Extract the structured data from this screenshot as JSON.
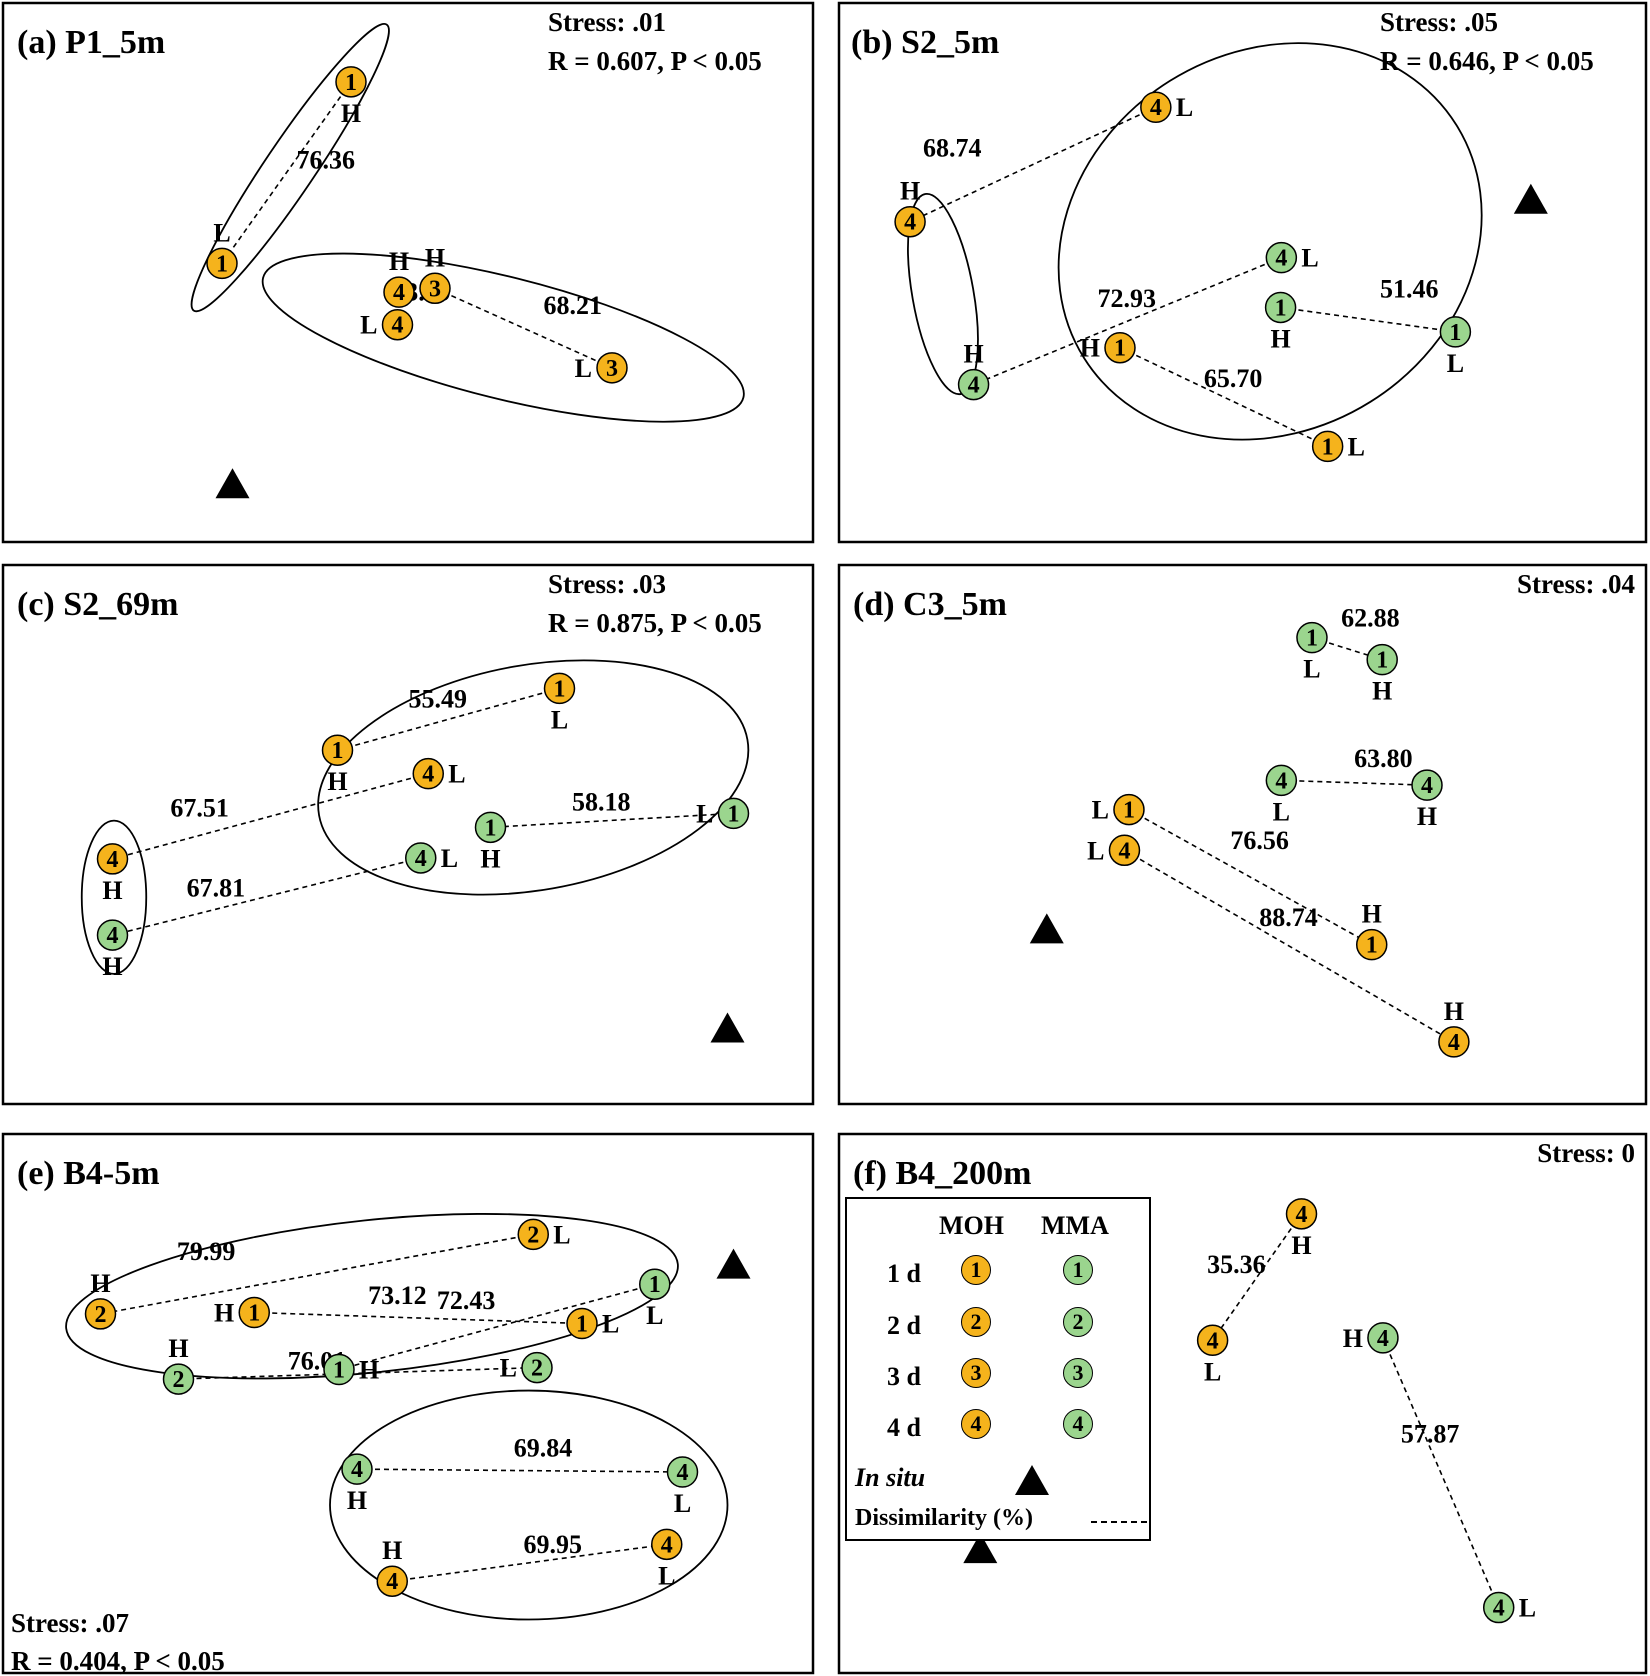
{
  "colors": {
    "moh": "#F5B31C",
    "mma": "#9BD58E",
    "ink": "#000000"
  },
  "chart_data": [
    {
      "type": "scatter",
      "title": "(a) P1_5m",
      "stress": "Stress: .01",
      "stats": "R = 0.607, P < 0.05",
      "points": [
        {
          "id": "p1",
          "group": "MOH",
          "day": "1",
          "tag": "H",
          "x": 0.424,
          "y": 0.898
        },
        {
          "id": "p2",
          "group": "MOH",
          "day": "1",
          "tag": "L",
          "x": 0.252,
          "y": 0.519
        },
        {
          "id": "p3",
          "group": "MOH",
          "day": "4",
          "tag": "H",
          "x": 0.488,
          "y": 0.459
        },
        {
          "id": "p4",
          "group": "MOH",
          "day": "3",
          "tag": "H",
          "x": 0.536,
          "y": 0.467
        },
        {
          "id": "p5",
          "group": "MOH",
          "day": "4",
          "tag": "L",
          "x": 0.486,
          "y": 0.391
        },
        {
          "id": "p6",
          "group": "MOH",
          "day": "3",
          "tag": "L",
          "x": 0.772,
          "y": 0.301
        }
      ],
      "links": [
        {
          "from": "p1",
          "to": "p2",
          "value": "76.36"
        },
        {
          "from": "p3",
          "to": "p5",
          "value": "53.49"
        },
        {
          "from": "p4",
          "to": "p6",
          "value": "68.21"
        }
      ],
      "ellipses": [
        {
          "cx": 0.343,
          "cy": 0.719,
          "rx": 0.23,
          "ry": 0.052,
          "rot": -56
        },
        {
          "cx": 0.627,
          "cy": 0.364,
          "rx": 0.33,
          "ry": 0.127,
          "rot": 14
        }
      ],
      "in_situ": {
        "x": 0.266,
        "y": 0.06
      }
    },
    {
      "type": "scatter",
      "title": "(b) S2_5m",
      "stress": "Stress: .05",
      "stats": "R = 0.646, P < 0.05",
      "points": [
        {
          "id": "p1",
          "group": "MOH",
          "day": "4",
          "tag": "L",
          "x": 0.384,
          "y": 0.845
        },
        {
          "id": "p2",
          "group": "MOH",
          "day": "4",
          "tag": "H",
          "x": 0.055,
          "y": 0.606
        },
        {
          "id": "p3",
          "group": "MMA",
          "day": "4",
          "tag": "L",
          "x": 0.552,
          "y": 0.531
        },
        {
          "id": "p4",
          "group": "MMA",
          "day": "1",
          "tag": "H",
          "x": 0.551,
          "y": 0.427
        },
        {
          "id": "p5",
          "group": "MMA",
          "day": "1",
          "tag": "L",
          "x": 0.785,
          "y": 0.376
        },
        {
          "id": "p6",
          "group": "MMA",
          "day": "4",
          "tag": "H",
          "x": 0.14,
          "y": 0.266
        },
        {
          "id": "p7",
          "group": "MOH",
          "day": "1",
          "tag": "H",
          "x": 0.336,
          "y": 0.343
        },
        {
          "id": "p8",
          "group": "MOH",
          "day": "1",
          "tag": "L",
          "x": 0.614,
          "y": 0.137
        }
      ],
      "links": [
        {
          "from": "p1",
          "to": "p2",
          "value": "68.74"
        },
        {
          "from": "p3",
          "to": "p6",
          "value": "72.93"
        },
        {
          "from": "p4",
          "to": "p5",
          "value": "51.46"
        },
        {
          "from": "p7",
          "to": "p8",
          "value": "65.70"
        }
      ],
      "ellipses": [
        {
          "cx": 0.537,
          "cy": 0.565,
          "rx": 0.294,
          "ry": 0.395,
          "rot": -32
        },
        {
          "cx": 0.099,
          "cy": 0.455,
          "rx": 0.041,
          "ry": 0.212,
          "rot": -10
        }
      ],
      "in_situ": {
        "x": 0.886,
        "y": 0.654
      }
    },
    {
      "type": "scatter",
      "title": "(c) S2_69m",
      "stress": "Stress: .03",
      "stats": "R = 0.875, P < 0.05",
      "points": [
        {
          "id": "p1",
          "group": "MOH",
          "day": "1",
          "tag": "L",
          "x": 0.702,
          "y": 0.805
        },
        {
          "id": "p2",
          "group": "MOH",
          "day": "1",
          "tag": "H",
          "x": 0.406,
          "y": 0.676
        },
        {
          "id": "p3",
          "group": "MOH",
          "day": "4",
          "tag": "L",
          "x": 0.527,
          "y": 0.627
        },
        {
          "id": "p4",
          "group": "MMA",
          "day": "1",
          "tag": "L",
          "x": 0.934,
          "y": 0.544
        },
        {
          "id": "p5",
          "group": "MMA",
          "day": "1",
          "tag": "H",
          "x": 0.61,
          "y": 0.515
        },
        {
          "id": "p6",
          "group": "MOH",
          "day": "4",
          "tag": "H",
          "x": 0.106,
          "y": 0.449
        },
        {
          "id": "p7",
          "group": "MMA",
          "day": "4",
          "tag": "L",
          "x": 0.517,
          "y": 0.451
        },
        {
          "id": "p8",
          "group": "MMA",
          "day": "4",
          "tag": "H",
          "x": 0.106,
          "y": 0.29
        }
      ],
      "links": [
        {
          "from": "p1",
          "to": "p2",
          "value": "55.49"
        },
        {
          "from": "p3",
          "to": "p6",
          "value": "67.51"
        },
        {
          "from": "p4",
          "to": "p5",
          "value": "58.18"
        },
        {
          "from": "p7",
          "to": "p8",
          "value": "67.81"
        }
      ],
      "ellipses": [
        {
          "cx": 0.667,
          "cy": 0.619,
          "rx": 0.29,
          "ry": 0.235,
          "rot": -10
        },
        {
          "cx": 0.108,
          "cy": 0.369,
          "rx": 0.043,
          "ry": 0.16,
          "rot": 0
        }
      ],
      "in_situ": {
        "x": 0.926,
        "y": 0.097
      }
    },
    {
      "type": "scatter",
      "title": "(d) C3_5m",
      "stress": "Stress: .04",
      "stats": "",
      "points": [
        {
          "id": "p1",
          "group": "MMA",
          "day": "1",
          "tag": "L",
          "x": 0.593,
          "y": 0.911
        },
        {
          "id": "p2",
          "group": "MMA",
          "day": "1",
          "tag": "H",
          "x": 0.687,
          "y": 0.865
        },
        {
          "id": "p3",
          "group": "MMA",
          "day": "4",
          "tag": "L",
          "x": 0.552,
          "y": 0.613
        },
        {
          "id": "p4",
          "group": "MMA",
          "day": "4",
          "tag": "H",
          "x": 0.747,
          "y": 0.603
        },
        {
          "id": "p5",
          "group": "MOH",
          "day": "1",
          "tag": "L",
          "x": 0.348,
          "y": 0.552
        },
        {
          "id": "p6",
          "group": "MOH",
          "day": "4",
          "tag": "L",
          "x": 0.342,
          "y": 0.467
        },
        {
          "id": "p7",
          "group": "MOH",
          "day": "1",
          "tag": "H",
          "x": 0.673,
          "y": 0.27
        },
        {
          "id": "p8",
          "group": "MOH",
          "day": "4",
          "tag": "H",
          "x": 0.783,
          "y": 0.067
        }
      ],
      "links": [
        {
          "from": "p1",
          "to": "p2",
          "value": "62.88"
        },
        {
          "from": "p3",
          "to": "p4",
          "value": "63.80"
        },
        {
          "from": "p5",
          "to": "p7",
          "value": "76.56"
        },
        {
          "from": "p6",
          "to": "p8",
          "value": "88.74"
        }
      ],
      "ellipses": [],
      "in_situ": {
        "x": 0.238,
        "y": 0.304
      }
    },
    {
      "type": "scatter",
      "title": "(e) B4-5m",
      "stress": "Stress: .07",
      "stats": "R = 0.404, P < 0.05",
      "points": [
        {
          "id": "p1",
          "group": "MOH",
          "day": "2",
          "tag": "L",
          "x": 0.667,
          "y": 0.853
        },
        {
          "id": "p2",
          "group": "MOH",
          "day": "2",
          "tag": "H",
          "x": 0.09,
          "y": 0.687
        },
        {
          "id": "p3",
          "group": "MMA",
          "day": "1",
          "tag": "L",
          "x": 0.829,
          "y": 0.749
        },
        {
          "id": "p4",
          "group": "MMA",
          "day": "1",
          "tag": "H",
          "x": 0.408,
          "y": 0.571
        },
        {
          "id": "p5",
          "group": "MOH",
          "day": "1",
          "tag": "H",
          "x": 0.295,
          "y": 0.69
        },
        {
          "id": "p6",
          "group": "MOH",
          "day": "1",
          "tag": "L",
          "x": 0.732,
          "y": 0.667
        },
        {
          "id": "p7",
          "group": "MMA",
          "day": "2",
          "tag": "H",
          "x": 0.194,
          "y": 0.551
        },
        {
          "id": "p8",
          "group": "MMA",
          "day": "2",
          "tag": "L",
          "x": 0.672,
          "y": 0.575
        },
        {
          "id": "p9",
          "group": "MMA",
          "day": "4",
          "tag": "H",
          "x": 0.432,
          "y": 0.363
        },
        {
          "id": "p10",
          "group": "MMA",
          "day": "4",
          "tag": "L",
          "x": 0.866,
          "y": 0.357
        },
        {
          "id": "p11",
          "group": "MOH",
          "day": "4",
          "tag": "H",
          "x": 0.479,
          "y": 0.129
        },
        {
          "id": "p12",
          "group": "MOH",
          "day": "4",
          "tag": "L",
          "x": 0.845,
          "y": 0.206
        }
      ],
      "links": [
        {
          "from": "p1",
          "to": "p2",
          "value": "79.99"
        },
        {
          "from": "p3",
          "to": "p4",
          "value": "72.43"
        },
        {
          "from": "p5",
          "to": "p6",
          "value": "73.12"
        },
        {
          "from": "p7",
          "to": "p8",
          "value": "76.01"
        },
        {
          "from": "p9",
          "to": "p10",
          "value": "69.84"
        },
        {
          "from": "p11",
          "to": "p12",
          "value": "69.95"
        }
      ],
      "ellipses": [
        {
          "cx": 0.452,
          "cy": 0.724,
          "rx": 0.41,
          "ry": 0.159,
          "rot": -6
        },
        {
          "cx": 0.661,
          "cy": 0.288,
          "rx": 0.265,
          "ry": 0.239,
          "rot": 0
        }
      ],
      "in_situ": {
        "x": 0.934,
        "y": 0.792
      }
    },
    {
      "type": "scatter",
      "title": "(f) B4_200m",
      "stress": "Stress: 0",
      "stats": "",
      "points": [
        {
          "id": "p1",
          "group": "MOH",
          "day": "4",
          "tag": "H",
          "x": 0.579,
          "y": 0.896
        },
        {
          "id": "p2",
          "group": "MOH",
          "day": "4",
          "tag": "L",
          "x": 0.46,
          "y": 0.632
        },
        {
          "id": "p3",
          "group": "MMA",
          "day": "4",
          "tag": "H",
          "x": 0.688,
          "y": 0.637
        },
        {
          "id": "p4",
          "group": "MMA",
          "day": "4",
          "tag": "L",
          "x": 0.843,
          "y": 0.074
        }
      ],
      "links": [
        {
          "from": "p1",
          "to": "p2",
          "value": "35.36"
        },
        {
          "from": "p3",
          "to": "p4",
          "value": "57.87"
        }
      ],
      "ellipses": [],
      "in_situ": {
        "x": 0.149,
        "y": 0.198
      }
    }
  ],
  "legend": {
    "headers": [
      "MOH",
      "MMA"
    ],
    "rows": [
      {
        "label": "1 d",
        "num": "1"
      },
      {
        "label": "2 d",
        "num": "2"
      },
      {
        "label": "3 d",
        "num": "3"
      },
      {
        "label": "4 d",
        "num": "4"
      }
    ],
    "in_situ_label": "In situ",
    "dissimilarity_label": "Dissimilarity (%)"
  }
}
